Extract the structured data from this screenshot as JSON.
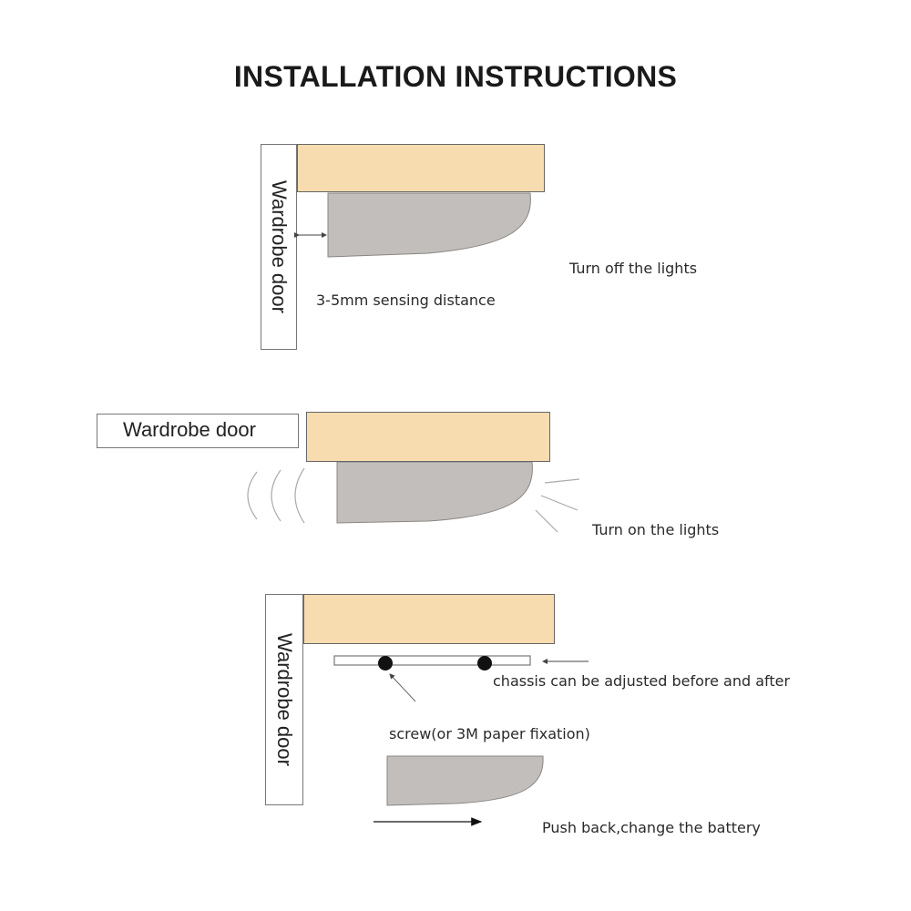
{
  "title": "INSTALLATION INSTRUCTIONS",
  "colors": {
    "shelf_fill": "#f7dcb0",
    "shelf_stroke": "#666666",
    "sensor_fill": "#c2bebb",
    "sensor_stroke": "#8a8682",
    "line": "#444444"
  },
  "step1": {
    "door_label": "Wardrobe door",
    "distance_label": "3-5mm sensing distance",
    "state_label": "Turn off the lights"
  },
  "step2": {
    "door_label": "Wardrobe door",
    "state_label": "Turn on the lights"
  },
  "step3": {
    "door_label": "Wardrobe door",
    "chassis_label": "chassis can be adjusted before and after",
    "screw_label": "screw(or 3M paper fixation)",
    "battery_label": "Push back,change the battery"
  }
}
